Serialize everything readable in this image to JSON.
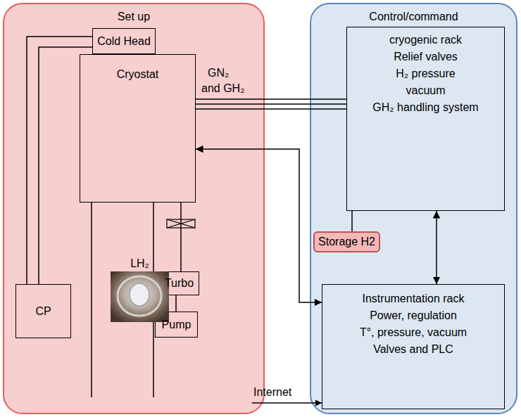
{
  "diagram": {
    "nodes": [
      {
        "text": [
          "Set up"
        ]
      },
      {
        "text": [
          "Cold Head"
        ],
        "in": 0
      },
      {
        "text": [
          "Cryostat"
        ],
        "in": 0
      },
      {
        "text": [
          "Turbo"
        ],
        "in": 0
      },
      {
        "text": [
          "Pump"
        ],
        "in": 0
      },
      {
        "text": [
          "CP"
        ],
        "in": 0
      },
      {
        "text": [
          "Control/command"
        ]
      },
      {
        "text": [
          "cryogenic rack",
          "Relief valves",
          "H₂ pressure",
          "vacuum",
          "GH₂ handling system"
        ],
        "in": 6
      },
      {
        "text": [
          "Storage H2"
        ],
        "in": 6
      },
      {
        "text": [
          "Instrumentation rack",
          "Power, regulation",
          "T°, pressure, vacuum",
          "Valves and PLC"
        ],
        "in": 6
      }
    ],
    "edges": [
      {
        "from": 1,
        "to": 5,
        "arrow": "none"
      },
      {
        "from": 1,
        "to": 5,
        "arrow": "none"
      },
      {
        "from": 2,
        "to": 7,
        "arrow": "none",
        "label": "GN₂ and GH₂"
      },
      {
        "from": 2,
        "to": 7,
        "arrow": "none"
      },
      {
        "from": 2,
        "to": 7,
        "arrow": "none"
      },
      {
        "from": 7,
        "to": 8,
        "arrow": "none"
      },
      {
        "from": 7,
        "to": 9,
        "arrow": "both"
      },
      {
        "from": 2,
        "to": 9,
        "arrow": "both"
      },
      {
        "from": 2,
        "to": 3,
        "arrow": "none"
      },
      {
        "from": 3,
        "to": 4,
        "arrow": "none"
      }
    ],
    "labels": [
      "LH₂",
      "Internet"
    ]
  }
}
